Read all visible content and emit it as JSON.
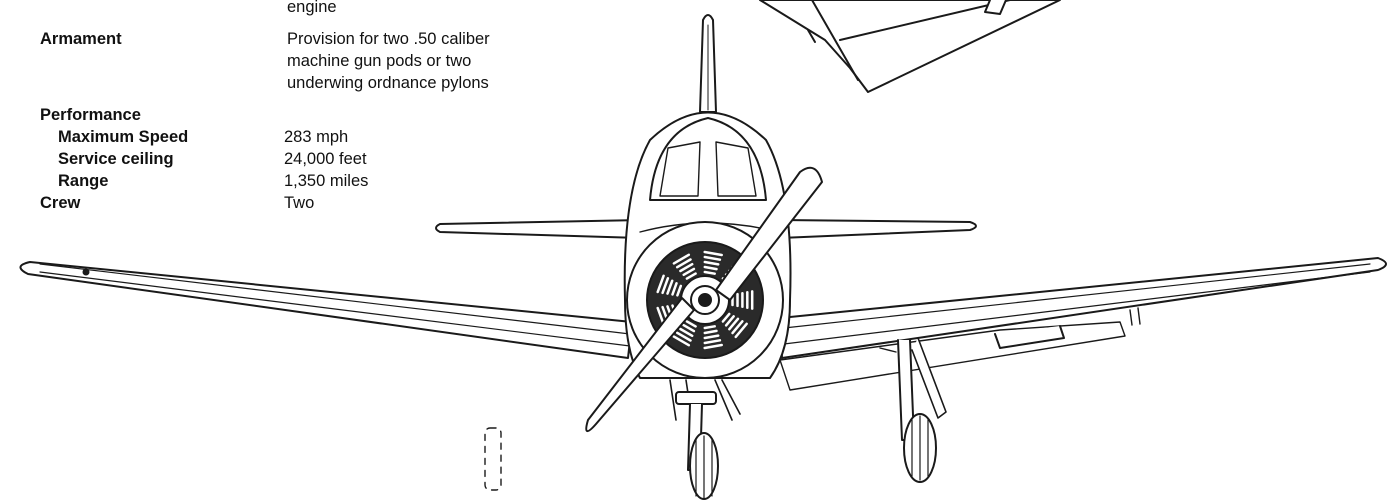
{
  "specs": {
    "engine_tail": "engine",
    "armament_label": "Armament",
    "armament_lines": [
      "Provision for two .50 caliber",
      "machine gun pods or two",
      "underwing ordnance  pylons"
    ],
    "performance_label": "Performance",
    "max_speed_label": "Maximum Speed",
    "max_speed_value": "283 mph",
    "service_ceiling_label": "Service ceiling",
    "service_ceiling_value": "24,000 feet",
    "range_label": "Range",
    "range_value": "1,350 miles",
    "crew_label": "Crew",
    "crew_value": "Two"
  },
  "drawing": {
    "line_color": "#1a1a1a",
    "fill_color": "#ffffff",
    "icons": [
      "aircraft-front-view-icon",
      "propeller-icon",
      "radial-engine-icon",
      "landing-gear-icon",
      "tail-fin-icon"
    ]
  }
}
